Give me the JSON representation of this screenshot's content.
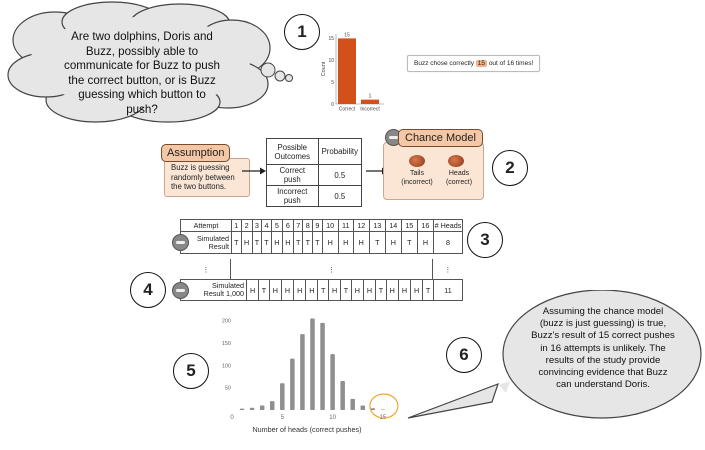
{
  "question_bubble": {
    "text": "Are two dolphins, Doris and Buzz, possibly able to communicate for Buzz to push the correct button, or is Buzz guessing which button to push?"
  },
  "step_numbers": [
    "1",
    "2",
    "3",
    "4",
    "5",
    "6"
  ],
  "mini_bar_chart": {
    "type": "bar",
    "categories": [
      "Correct",
      "Incorrect"
    ],
    "values": [
      15,
      1
    ],
    "ylabel": "Count",
    "yticks": [
      "0",
      "5",
      "10",
      "15"
    ],
    "ylim": [
      0,
      16
    ],
    "color": "#d4501a"
  },
  "result_note": {
    "before": "Buzz chose correctly ",
    "highlight": "15",
    "after": " out of 16 times!"
  },
  "assumption": {
    "title": "Assumption",
    "text": "Buzz is guessing randomly between the two buttons."
  },
  "prob_table": {
    "headers": [
      "Possible Outcomes",
      "Probability"
    ],
    "rows": [
      [
        "Correct push",
        "0.5"
      ],
      [
        "Incorrect push",
        "0.5"
      ]
    ]
  },
  "chance_model": {
    "title": "Chance Model",
    "tails": "Tails (incorrect)",
    "heads": "Heads (correct)"
  },
  "sim_table": {
    "header_label": "Attempt",
    "attempts": [
      "1",
      "2",
      "3",
      "4",
      "5",
      "6",
      "7",
      "8",
      "9",
      "10",
      "11",
      "12",
      "13",
      "14",
      "15",
      "16"
    ],
    "heads_header": "# Heads",
    "row1_label": "Simulated Result",
    "row1": [
      "T",
      "H",
      "T",
      "T",
      "H",
      "H",
      "T",
      "T",
      "T",
      "H",
      "H",
      "H",
      "T",
      "H",
      "T",
      "H"
    ],
    "row1_heads": "8",
    "ellipsis": "⋮",
    "row_last_label": "Simulated Result 1,000",
    "row_last": [
      "H",
      "T",
      "H",
      "H",
      "H",
      "H",
      "T",
      "H",
      "T",
      "H",
      "H",
      "T",
      "H",
      "H",
      "H",
      "T"
    ],
    "row_last_heads": "11"
  },
  "chart_data": {
    "type": "bar",
    "xlabel": "Number of heads (correct pushes)",
    "x": [
      1,
      2,
      3,
      4,
      5,
      6,
      7,
      8,
      9,
      10,
      11,
      12,
      13,
      14,
      15
    ],
    "values": [
      3,
      5,
      10,
      20,
      60,
      115,
      170,
      205,
      195,
      125,
      65,
      25,
      10,
      4,
      1
    ],
    "xticks": [
      0,
      5,
      10,
      15
    ],
    "yticks": [
      50,
      100,
      150,
      200
    ],
    "xlim": [
      0,
      16.5
    ],
    "ylim": [
      0,
      215
    ],
    "color": "#8f8f8f",
    "highlight_x": 15,
    "highlight_color": "#f0a830"
  },
  "conclusion_bubble": {
    "text": "Assuming the chance model (buzz is just guessing) is true, Buzz's result of 15 correct pushes in 16 attempts is unlikely. The results of the study provide convincing evidence that Buzz can understand Doris."
  }
}
